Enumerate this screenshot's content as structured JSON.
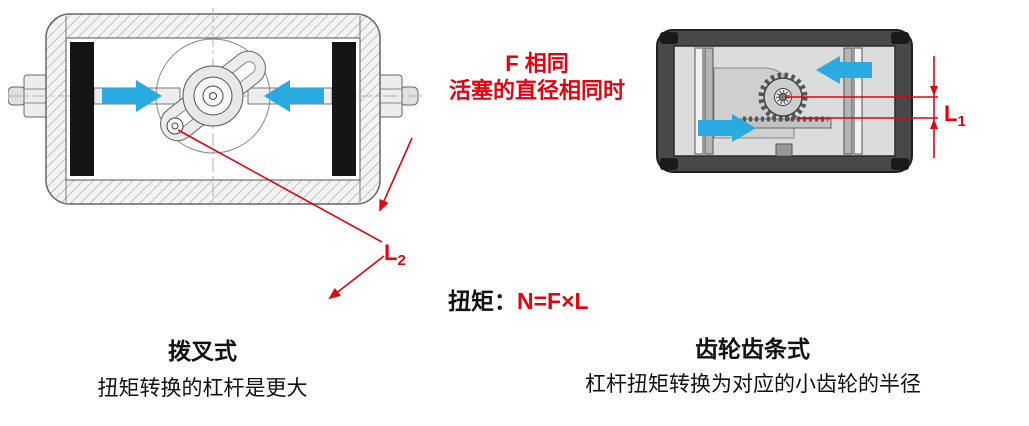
{
  "colors": {
    "annotation_red": "#e8000d",
    "arrow_blue": "#29abe2"
  },
  "center_annotations": {
    "condition_line1": "F 相同",
    "condition_line2": "活塞的直径相同时",
    "torque_label": "扭矩：",
    "torque_formula": "N=F×L"
  },
  "left_actuator": {
    "type_label": "拨叉式",
    "caption": "扭矩转换的杠杆是更大",
    "lever_label": {
      "base": "L",
      "sub": "2"
    }
  },
  "right_actuator": {
    "type_label": "齿轮齿条式",
    "caption": "杠杆扭矩转换为对应的小齿轮的半径",
    "lever_label": {
      "base": "L",
      "sub": "1"
    }
  }
}
